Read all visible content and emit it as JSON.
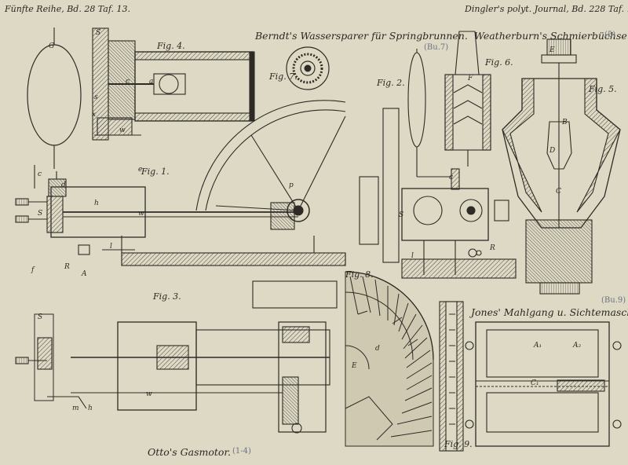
{
  "header": {
    "left": "Fünfte Reihe, Bd. 28 Taf. 13.",
    "right": "Dingler's polyt. Journal, Bd. 228 Taf. 13."
  },
  "titles": {
    "berndt": "Berndt's Wassersparer für Springbrunnen.",
    "weatherburn": "Weatherburn's Schmierbüchse.",
    "jones": "Jones' Mahlgang u. Sichtemaschine.",
    "otto": "Otto's Gasmotor."
  },
  "pencil_notes": {
    "weatherburn": "(5)",
    "berndt": "(Bu.7)",
    "jones": "(Bu.9)",
    "otto": "(1-4)"
  },
  "figures": {
    "fig1": "Fig. 1.",
    "fig2": "Fig. 2.",
    "fig3": "Fig. 3.",
    "fig4": "Fig. 4.",
    "fig5": "Fig. 5.",
    "fig6": "Fig. 6.",
    "fig7": "Fig. 7.",
    "fig8": "Fig. 8.",
    "fig9": "Fig. 9."
  },
  "letters": {
    "G": "G",
    "S": "S",
    "s": "s",
    "x": "x",
    "w": "w",
    "c": "c",
    "a": "a",
    "e": "e",
    "d": "d",
    "h": "h",
    "l": "l",
    "p": "p",
    "R": "R",
    "A": "A",
    "f": "f",
    "E": "E",
    "B": "B",
    "C": "C",
    "D": "D",
    "F": "F",
    "A1": "A₁",
    "A2": "A₂",
    "C1": "C₁",
    "m": "m"
  }
}
